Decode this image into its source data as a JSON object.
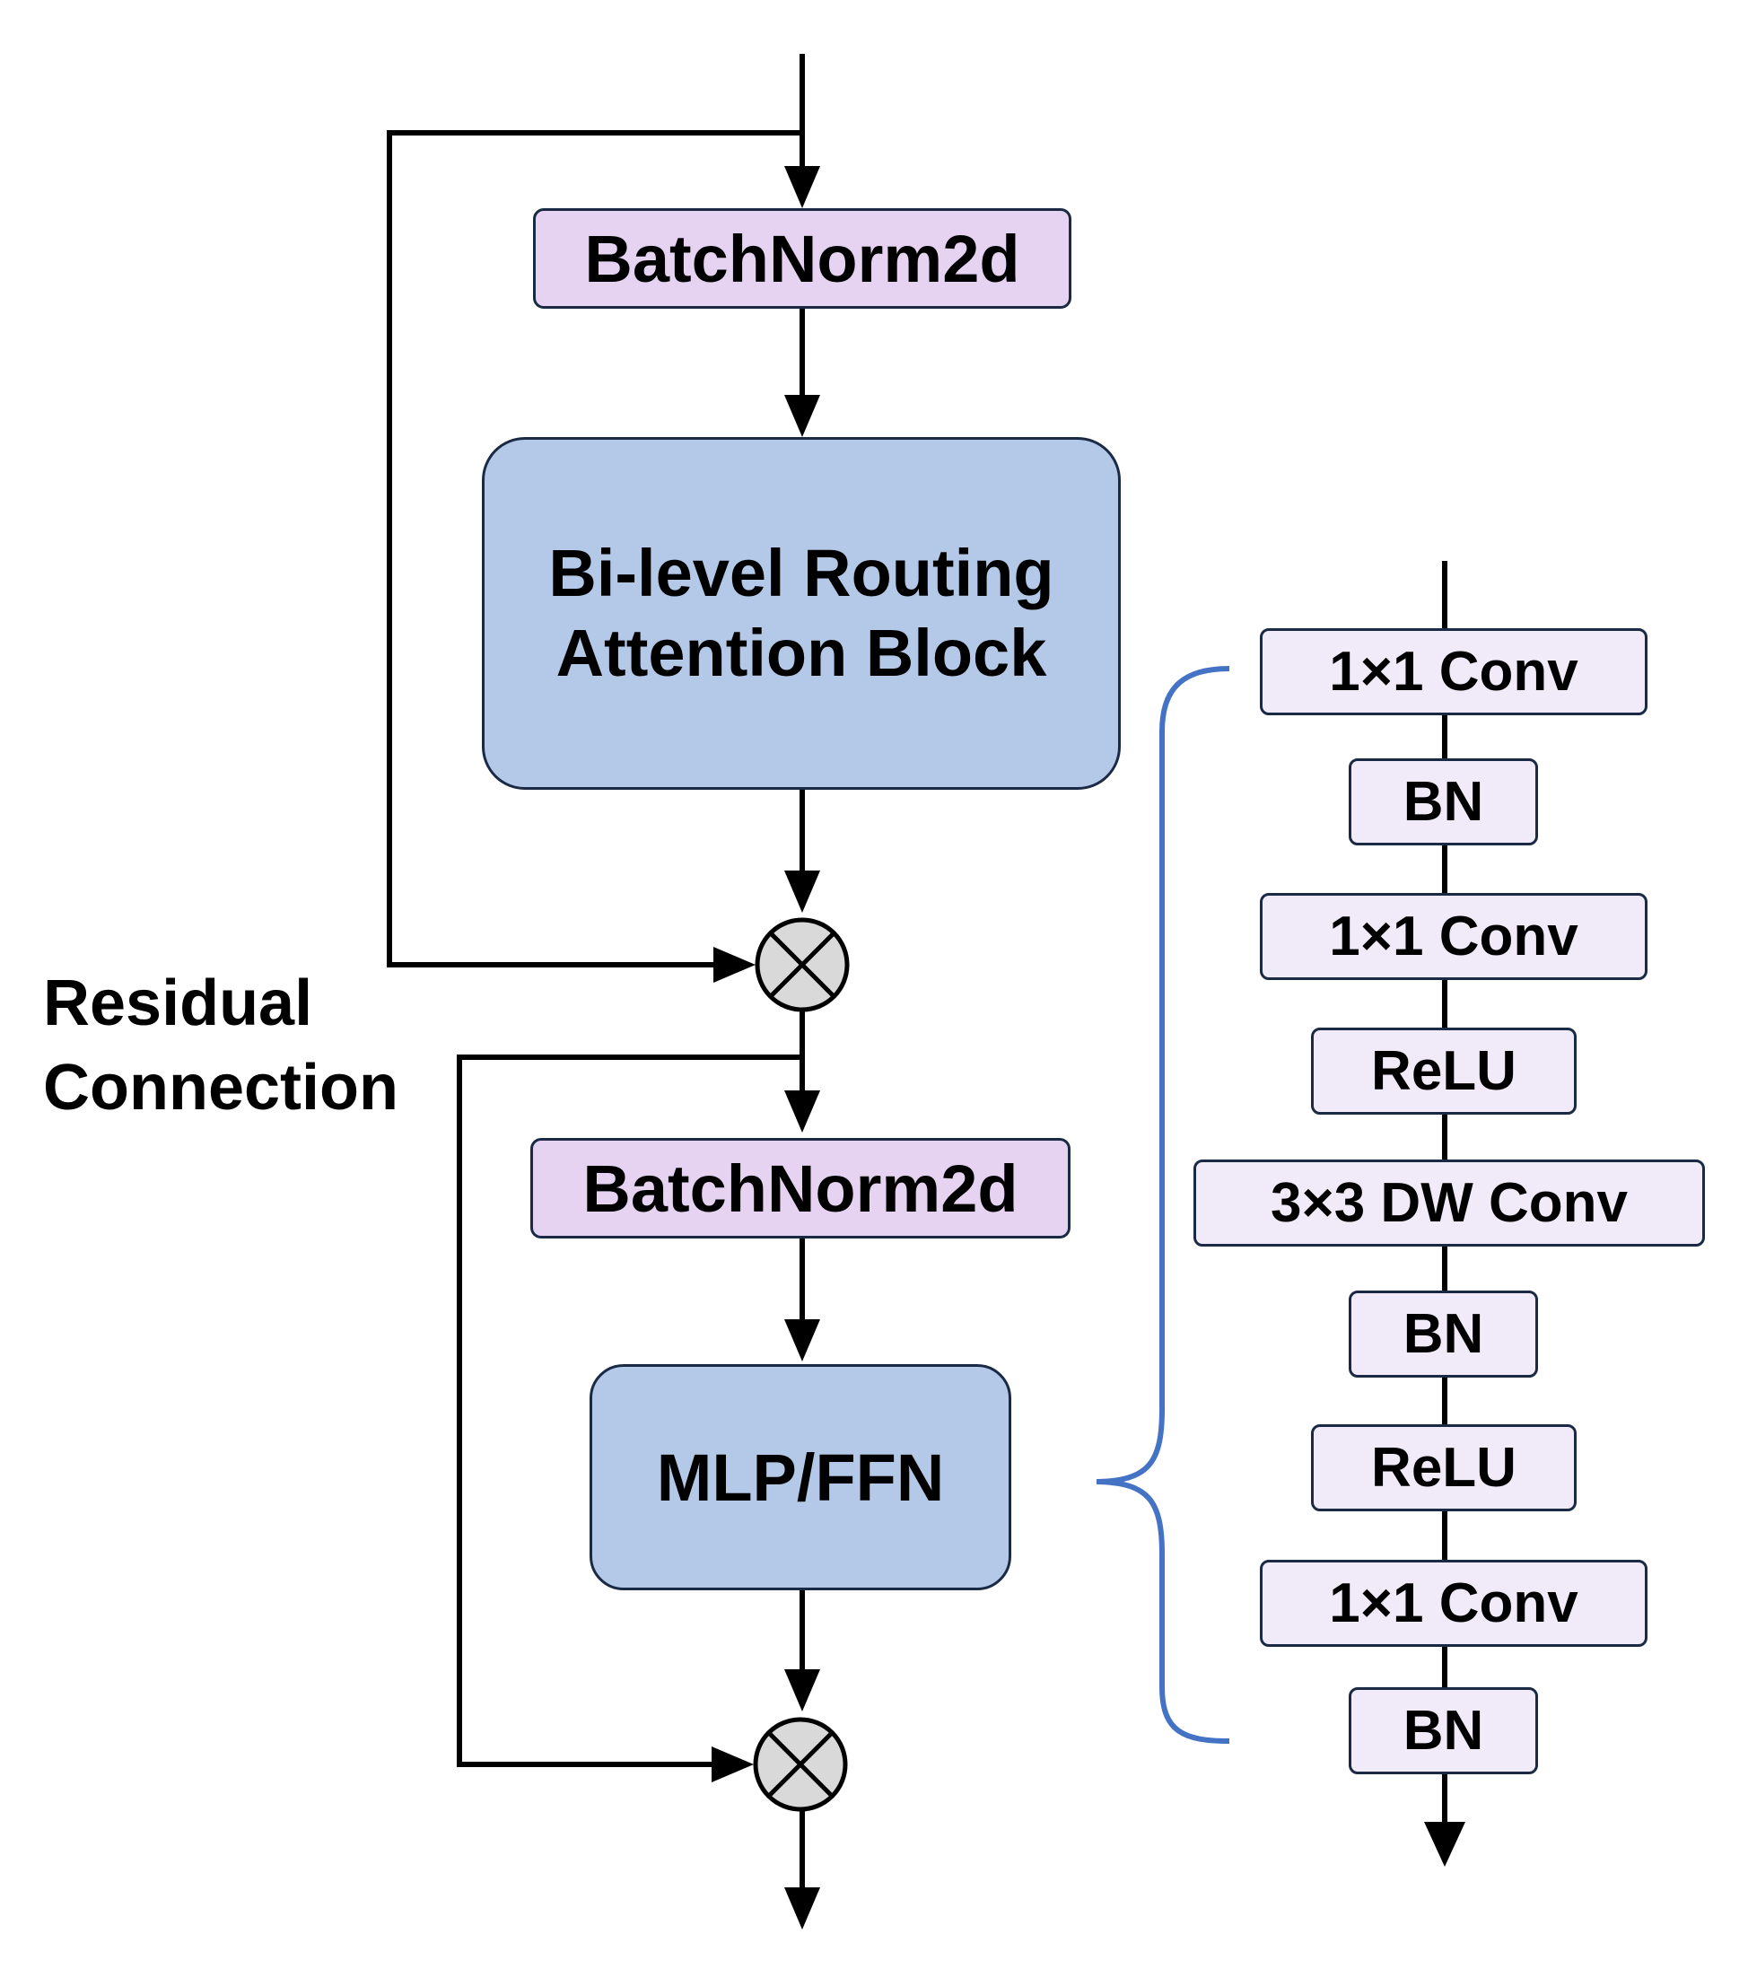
{
  "blocks": {
    "norm_top": "BatchNorm2d",
    "attention_line1": "Bi-level Routing",
    "attention_line2": "Attention Block",
    "norm_bottom": "BatchNorm2d",
    "mlp": "MLP/FFN"
  },
  "residual_label": {
    "line1": "Residual",
    "line2": "Connection"
  },
  "mlp_detail": [
    "1×1 Conv",
    "BN",
    "1×1 Conv",
    "ReLU",
    "3×3 DW Conv",
    "BN",
    "ReLU",
    "1×1 Conv",
    "BN"
  ],
  "colors": {
    "norm_fill": "#e6d3f2",
    "block_fill": "#b4c8e8",
    "detail_fill": "#f1eaf8",
    "border": "#1b2a44",
    "brace": "#4472c4",
    "merge_node_fill": "#d9d9d9"
  },
  "icons": {
    "merge_node": "circled-times-icon"
  }
}
